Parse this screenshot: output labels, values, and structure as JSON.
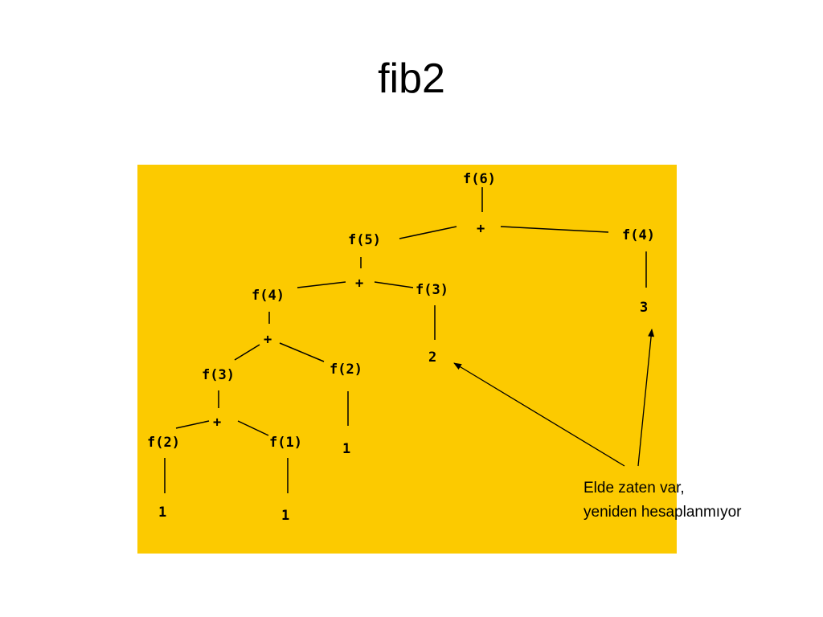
{
  "title": "fib2",
  "colors": {
    "panel_background": "#FCCA00",
    "text": "#000000"
  },
  "tree": {
    "nodes": {
      "root": "f(6)",
      "root_plus": "+",
      "f5": "f(5)",
      "f4_right": "f(4)",
      "f4_right_value": "3",
      "f5_plus": "+",
      "f4_left": "f(4)",
      "f3_right": "f(3)",
      "f3_right_value": "2",
      "f4_plus": "+",
      "f3_left": "f(3)",
      "f2_mid": "f(2)",
      "f2_mid_value": "1",
      "f3_plus": "+",
      "f2_leaf": "f(2)",
      "f1_leaf": "f(1)",
      "f2_leaf_value": "1",
      "f1_leaf_value": "1"
    }
  },
  "annotation": {
    "line1": "Elde zaten var,",
    "line2": "yeniden hesaplanmıyor"
  }
}
